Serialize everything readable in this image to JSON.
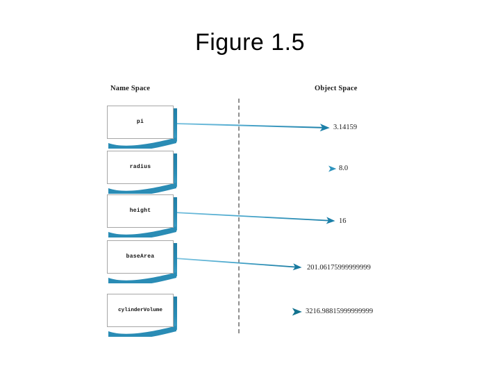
{
  "slide": {
    "title": "Figure 1.5",
    "background_color": "#ffffff"
  },
  "figure": {
    "headings": {
      "left": "Name Space",
      "right": "Object Space"
    },
    "divider": {
      "style": "dashed",
      "color": "#8e8e8e"
    },
    "accent_color": "#2a8cb5",
    "bindings": [
      {
        "name": "pi",
        "value": "3.14159"
      },
      {
        "name": "radius",
        "value": "8.0"
      },
      {
        "name": "height",
        "value": "16"
      },
      {
        "name": "baseArea",
        "value": "201.06175999999999"
      },
      {
        "name": "cylinderVolume",
        "value": "3216.98815999999999"
      }
    ]
  }
}
